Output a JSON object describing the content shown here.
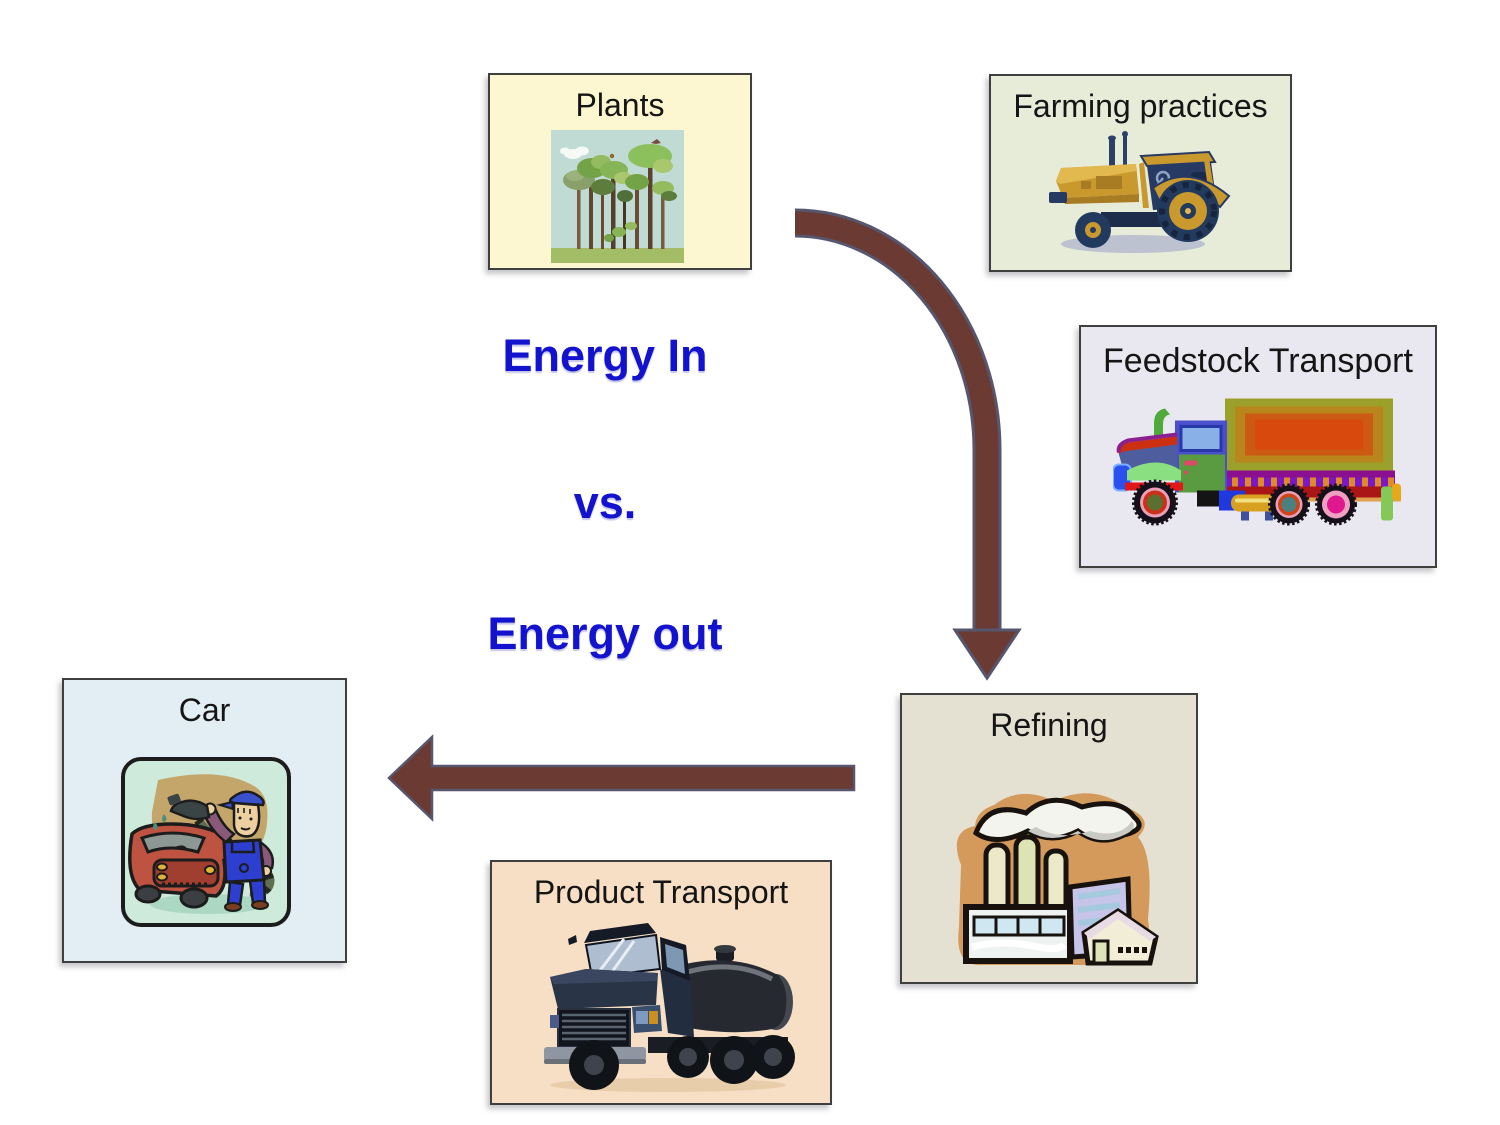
{
  "slide": {
    "background": "#ffffff"
  },
  "center_text": {
    "line1": "Energy In",
    "line2": "vs.",
    "line3": "Energy out",
    "color": "#1212cf"
  },
  "nodes": {
    "plants": {
      "label": "Plants",
      "bg": "#fcf7d0",
      "icon": "trees-illustration"
    },
    "farming": {
      "label": "Farming practices",
      "bg": "#e7ecd8",
      "icon": "tractor-illustration"
    },
    "feedstock": {
      "label": "Feedstock Transport",
      "bg": "#e9e7ef",
      "icon": "cargo-truck-illustration"
    },
    "refining": {
      "label": "Refining",
      "bg": "#e5e1d2",
      "icon": "factory-illustration"
    },
    "car": {
      "label": "Car",
      "bg": "#e2edf4",
      "icon": "fueling-car-illustration"
    },
    "product_transport": {
      "label": "Product Transport",
      "bg": "#f6dfc5",
      "icon": "tanker-truck-illustration"
    }
  },
  "arrows": {
    "fill": "#6b3a33",
    "outline": "#56566f",
    "connections": [
      {
        "from": "Plants",
        "to": "Refining",
        "shape": "curved-down"
      },
      {
        "from": "Refining",
        "to": "Car",
        "shape": "straight-left"
      }
    ]
  },
  "node_border_color": "#3f3f3f"
}
